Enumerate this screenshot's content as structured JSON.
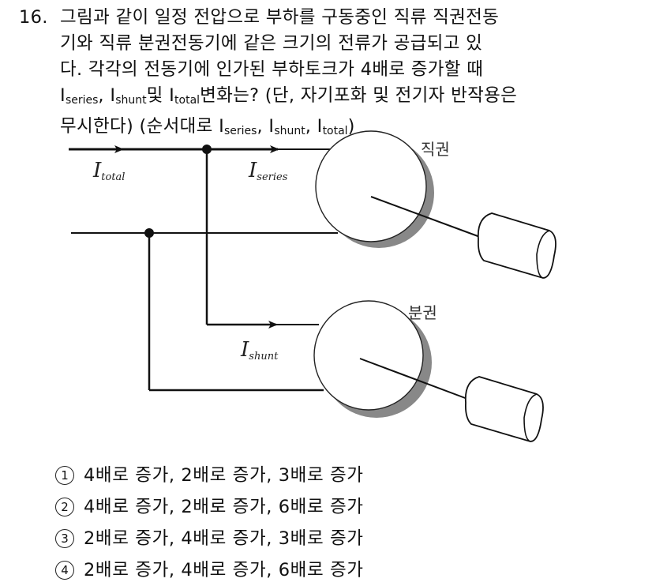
{
  "question": {
    "number": "16.",
    "lines": [
      "그림과 같이 일정 전압으로 부하를 구동중인 직류 직권전동",
      "기와 직류 분권전동기에 같은 크기의 전류가 공급되고 있",
      "다. 각각의 전동기에 인가된 부하토크가 4배로 증가할 때"
    ],
    "line4": {
      "i1": "I",
      "s1": "series",
      "sep1": ", ",
      "i2": "I",
      "s2": "shunt",
      "mid": "및 ",
      "i3": "I",
      "s3": "total",
      "tail": "변화는? (단, 자기포화 및 전기자 반작용은"
    },
    "line5": {
      "head": "무시한다) (순서대로 ",
      "i1": "I",
      "s1": "series",
      "sep1": ", ",
      "i2": "I",
      "s2": "shunt",
      "sep2": ", ",
      "i3": "I",
      "s3": "total",
      "tail": ")"
    }
  },
  "diagram": {
    "labels": {
      "total_main": "I",
      "total_sub": "total",
      "series_main": "I",
      "series_sub": "series",
      "shunt_main": "I",
      "shunt_sub": "shunt",
      "series_motor": "직권",
      "shunt_motor": "분권"
    },
    "colors": {
      "wire": "#111111",
      "shadow": "#808080"
    }
  },
  "choices": [
    {
      "marker": "1",
      "text": "4배로 증가, 2배로 증가, 3배로 증가"
    },
    {
      "marker": "2",
      "text": "4배로 증가, 2배로 증가, 6배로 증가"
    },
    {
      "marker": "3",
      "text": "2배로 증가, 4배로 증가, 3배로 증가"
    },
    {
      "marker": "4",
      "text": "2배로 증가, 4배로 증가, 6배로 증가"
    }
  ]
}
